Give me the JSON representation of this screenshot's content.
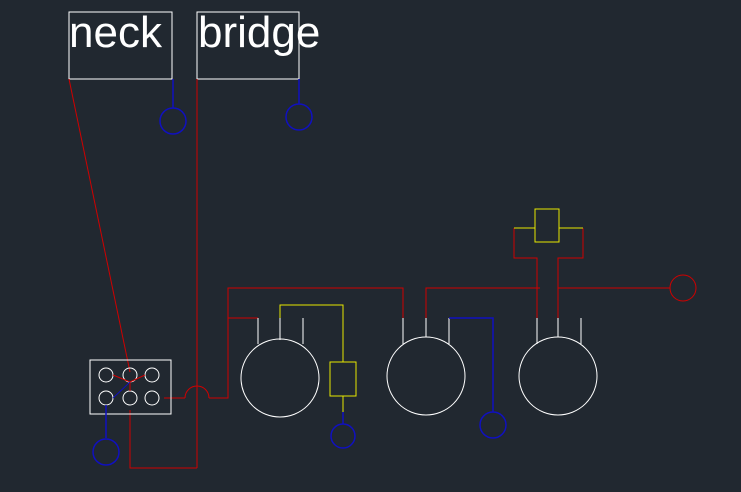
{
  "labels": {
    "neck": "neck",
    "bridge": "bridge"
  },
  "colors": {
    "background": "#212830",
    "component": "#ffffff",
    "hot_wire": "#d00000",
    "ground": "#1010c0",
    "capacitor": "#e8e800"
  },
  "components": [
    {
      "name": "neck-pickup",
      "type": "pickup"
    },
    {
      "name": "bridge-pickup",
      "type": "pickup"
    },
    {
      "name": "pickup-selector-switch",
      "type": "switch"
    },
    {
      "name": "volume-pot",
      "type": "potentiometer"
    },
    {
      "name": "tone-pot-1",
      "type": "potentiometer"
    },
    {
      "name": "tone-pot-2",
      "type": "potentiometer"
    },
    {
      "name": "output-jack",
      "type": "jack"
    }
  ]
}
